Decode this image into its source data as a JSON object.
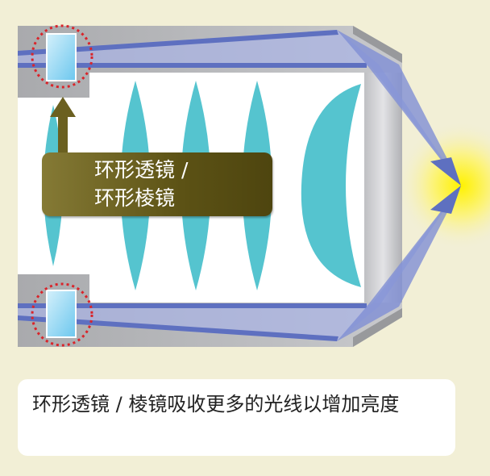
{
  "diagram": {
    "label_line1": "环形透镜 /",
    "label_line2": "环形棱镜",
    "caption": "环形透镜 / 棱镜吸收更多的光线以增加亮度",
    "colors": {
      "background": "#f2efd6",
      "lens": "#55c4cf",
      "beam": "#6677c4",
      "housing": "#b4b5b8",
      "label": "#5c5215",
      "highlight": "#d9242a",
      "light": "#ffee00"
    }
  }
}
